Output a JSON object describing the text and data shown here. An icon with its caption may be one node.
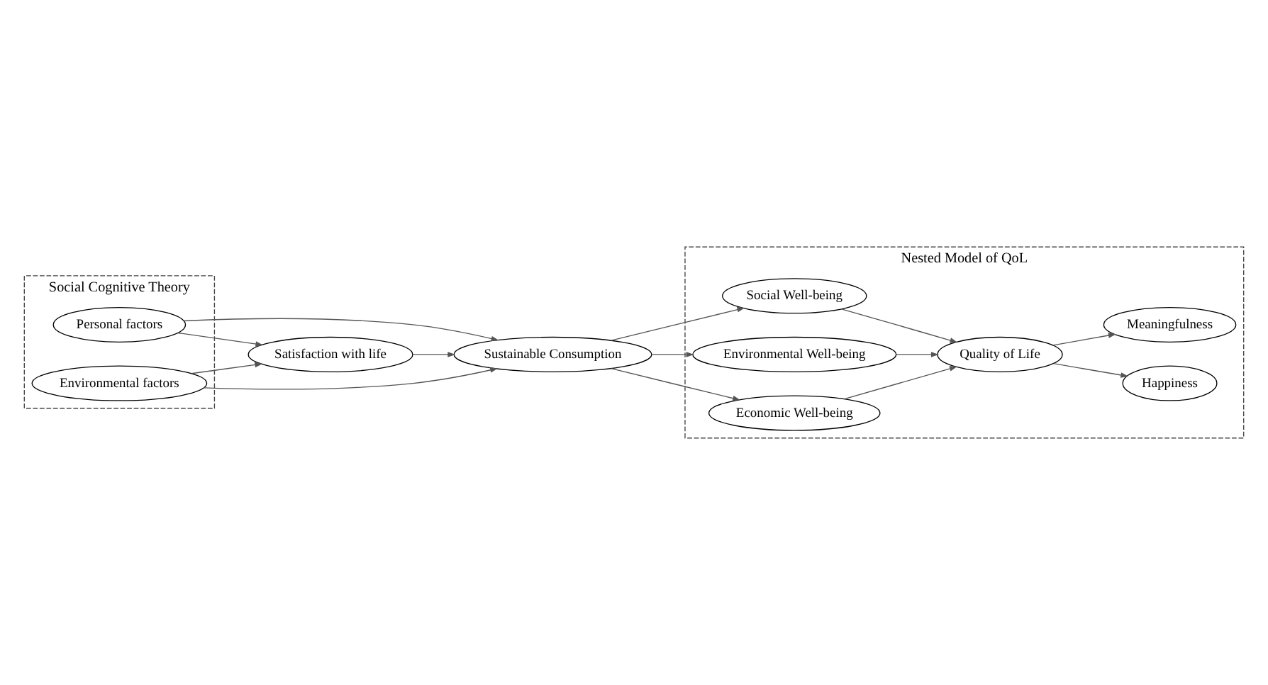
{
  "diagram": {
    "nodes": [
      {
        "text": [
          "Social Cognitive Theory"
        ]
      },
      {
        "text": [
          "Personal factors"
        ],
        "in": 0
      },
      {
        "text": [
          "Nested Model of QoL"
        ]
      },
      {
        "text": [
          "Satisfaction with life"
        ]
      },
      {
        "text": [
          "Sustainable Consumption"
        ]
      },
      {
        "text": [
          "Social Well-being"
        ],
        "in": 2
      },
      {
        "text": [
          "Environmental Well-being"
        ],
        "in": 2
      },
      {
        "text": [
          "Economic Well-being"
        ],
        "in": 2
      },
      {
        "text": [
          "Happiness"
        ],
        "in": 2
      },
      {
        "text": [
          "Quality of Life"
        ],
        "in": 2
      },
      {
        "text": [
          "Meaningfulness"
        ],
        "in": 2
      },
      {
        "text": [
          "Environmental factors"
        ],
        "in": 0
      }
    ],
    "edges": [
      {
        "from": 1,
        "to": 3,
        "arrow": "to"
      },
      {
        "from": 1,
        "to": 4,
        "arrow": "to"
      },
      {
        "from": 11,
        "to": 3,
        "arrow": "to"
      },
      {
        "from": 11,
        "to": 4,
        "arrow": "to"
      },
      {
        "from": 3,
        "to": 4,
        "arrow": "to"
      },
      {
        "from": 4,
        "to": 5,
        "arrow": "to"
      },
      {
        "from": 4,
        "to": 6,
        "arrow": "to"
      },
      {
        "from": 4,
        "to": 7,
        "arrow": "to"
      },
      {
        "from": 5,
        "to": 9,
        "arrow": "to"
      },
      {
        "from": 6,
        "to": 9,
        "arrow": "to"
      },
      {
        "from": 7,
        "to": 9,
        "arrow": "to"
      },
      {
        "from": 9,
        "to": 8,
        "arrow": "to"
      },
      {
        "from": 9,
        "to": 10,
        "arrow": "to"
      }
    ]
  }
}
